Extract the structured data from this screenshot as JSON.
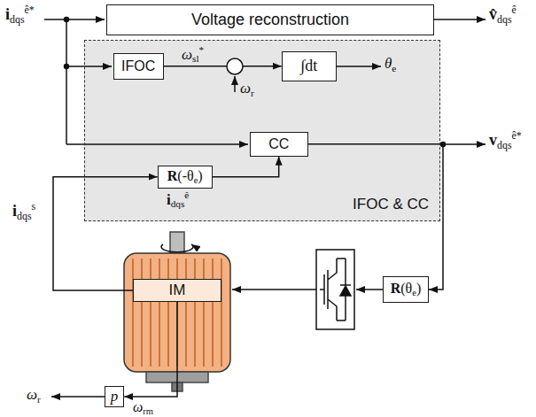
{
  "diagram": {
    "nodes": [
      {
        "text": [
          "Voltage reconstruction"
        ]
      },
      {
        "text": [
          "IFOC & CC"
        ]
      },
      {
        "text": [
          "IFOC"
        ],
        "in": 1
      },
      {
        "text": [
          "∫dt"
        ],
        "in": 1
      },
      {
        "text": [
          "CC"
        ],
        "in": 1
      },
      {
        "text": [
          "R(-θe)"
        ],
        "in": 1
      },
      {
        "text": [
          "IM"
        ]
      },
      {
        "text": [
          "R(θe)"
        ]
      },
      {
        "text": [
          "p"
        ]
      }
    ],
    "edges": [
      {
        "from": 2,
        "to": 3,
        "arrow": "to"
      },
      {
        "from": 4,
        "to": 7,
        "arrow": "to"
      },
      {
        "from": 6,
        "to": 5,
        "arrow": "to"
      },
      {
        "from": 5,
        "to": 4,
        "arrow": "to"
      },
      {
        "from": 6,
        "to": 8,
        "arrow": "to"
      }
    ],
    "labels": [
      "idqsê*",
      "v̂dqsê",
      "ωsl*",
      "ωr",
      "θe",
      "vdqsê*",
      "idqsê",
      "idqss",
      "ωr",
      "ωrm"
    ]
  }
}
